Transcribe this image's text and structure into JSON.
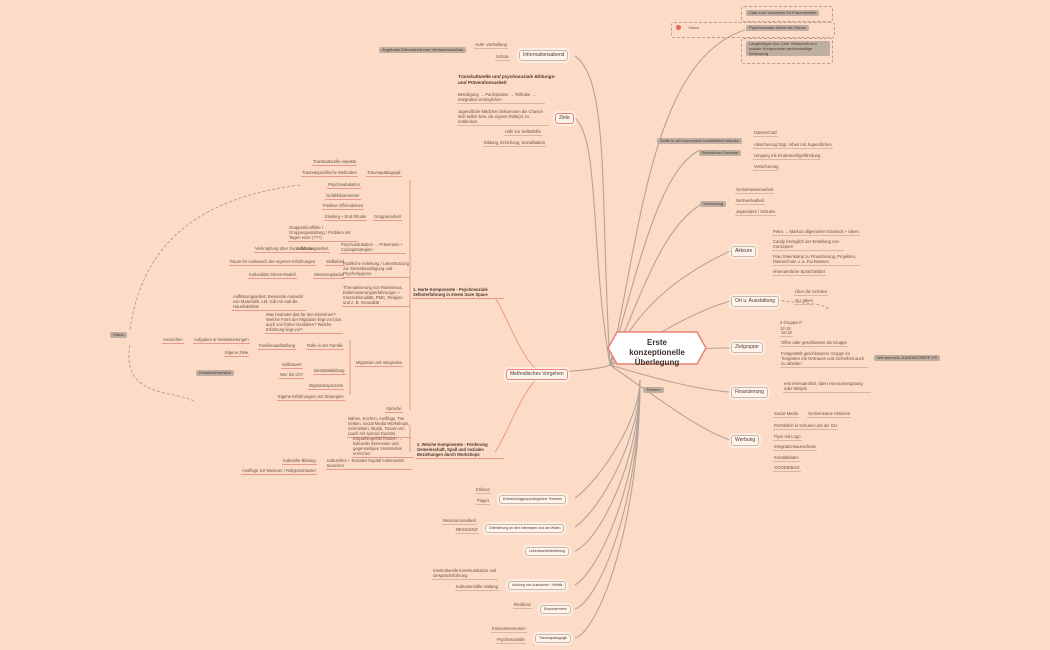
{
  "center": {
    "title": "Erste konzeptionelle Überlegung"
  },
  "topleft": {
    "eltern": "Angebote/ Elternarbeit zum Vertrauensaufbau",
    "aus": "AUB- Vorstellung",
    "schule": "Schule",
    "info": "Informationsabend"
  },
  "ziele": {
    "label": "Ziele",
    "title": "Transkulturelle und psychosoziale Bildungs- und Präventionsarbeit",
    "i1": "Beteiligung → Partizipation → Teilhabe → Integration ermöglichen",
    "i2": "Jugendliche Mädchen bekommen die Chance sich selbst bzw. die eigene Rolle(n) zu entdecken",
    "i3": "Hilfe zur Selbsthilfe",
    "i4": "Bildung, Erziehung, Sozialisation"
  },
  "topright": {
    "cafe": "Cafe zum Vernetzen für Frauentreffen",
    "vision": "Vision",
    "psych": "Psychosoziale Arbeit mit Frauen",
    "long": "Langfristiges Ziel Cafe: Wirtschaft und soziale Komponente wechselseitige Bedingung"
  },
  "rahmen": {
    "label": "Rechtlicher Rahmen",
    "sollte": "Sollte in der Konzeption konkretisiert werden",
    "r1": "Datenschutz",
    "r2": "Absicherung bzgl. Arbeit mit Jugendlichen",
    "r3": "Umgang mit Kindeswohlgefährdung",
    "r4": "Versicherung"
  },
  "vernetzung": {
    "label": "Vernetzung",
    "v1": "Gemeinwesenarbeit",
    "v2": "Netzwerkarbeit",
    "v3": "Jugendamt / Schulen"
  },
  "akteure": {
    "label": "Akteure",
    "a1": "Petra → Markus allgemeiner Eindruck + Ideen",
    "a2": "Candy bezüglich der Erstellung von Konzepten",
    "a3": "Frau Steenkamp zu Finanzierung, Projekten, Datenschutz u. a. Fachwissen",
    "a4": "ehrenamtliche Sprachmittler"
  },
  "ort": {
    "label": "Ort u. Ausstattung",
    "o1": "Über die Schulen",
    "o2": "GU Ideen"
  },
  "zielgruppe": {
    "label": "Zielgruppe",
    "z1": "2 Gruppen?",
    "z1a": "12-15",
    "z1b": "16-18",
    "z2": "Offen oder geschlossen als Gruppe",
    "z3": "Festgestellt geschlossene Gruppe im Tiergarten mit Vertrauen und Sicherheit auch zu arbeiten",
    "z4": "Wir sind kein JUGENDTREFF !!!!!"
  },
  "finanzierung": {
    "label": "Finanzierung",
    "f1": "erst ehrenamtlich, dann Honorarvergütung oder Minijob"
  },
  "werbung": {
    "label": "Werbung",
    "w1": "Social Media",
    "w1b": "Gemeinsame Aktionen",
    "w2": "Persönlich in Schulen und der GU",
    "w3": "Flyer mit Logo",
    "w4": "Integrationsausschuss",
    "w5": "Kontaktdaten",
    "w6": "GOODIEBAG"
  },
  "themen": "Themen",
  "methodisch": {
    "label": "Methodisches Vorgehen",
    "hard": "1. Harte Komponente - Psychosoziale Selbsterfahrung in einem Save Space",
    "soft": "2. Weiche Komponente - Förderung Gemeinschaft, Spaß und sozialen Beziehungen durch Workshops",
    "traum": "Traumapädagogik",
    "t1": "Transkulturelle Aspekte",
    "t2": "Traumaspezifische Methoden",
    "psycho": "Psychoedukation",
    "g1": "Gefühlsbarometer",
    "g2": "Positive Affirmationen",
    "g3": "Einstieg + End Rituale",
    "g4": "Gruppenkonflikte / Gruppengestaltung / Problem mit Tagen einer (???)",
    "gruppe": "Gruppenarbeit",
    "aufk": "Aufklärungsarbeit",
    "verk": "Verknüpfung über Social Media",
    "pp": "Psychoedukation → Prävention + Copingstrategien",
    "raum": "Raum für Austausch der eigenen Erfahrungen",
    "skill": "Skillarbeit",
    "fach": "Fachliche Anleitung / Unterstützung zur Stressbewältigung und Psychohygiene",
    "kult": "Kulturalität Stress-Modell",
    "stress": "Stressregulation",
    "thema": "Thematisierung von Rassismus, Diskriminierungserfahrungen + Intersektionalität, PMC, Religion und z. B. Sexualität",
    "aufk2": "Aufklärungsarbeit, Bewusste Auswahl von Material/k. Ltd. Gib mir mal die Haushaltsliste",
    "was": "Was bedeutet das für den Einzelnen? Welche Form der Migration liegt vor bzw. auch von früher Gestalten? Welche Erfahrung liegt vor?",
    "rolle": "Rolle in der Familie",
    "fam": "Familienaufstellung",
    "eigene": "Eigene Ziele",
    "selbst": "Selbstwert",
    "ident": "Identitätsbildung",
    "wer": "Wer bin ich?",
    "migrat": "Migration und Integration",
    "migrat2": "Migrationsprozess",
    "eigen2": "Eigene Erfahrungen und Strategien",
    "sprache": "Sprache",
    "naehen": "Nähen, Kochen, Ausflüge, Tee trinken, social Media Workshops, Schminken, Musik, Tanzen etc. (auch mit special Guests)",
    "emp": "Empathiegefühl fördern → kulturelle Interessen und gegenseitiges Verständnis erreichen",
    "kb": "Kulturelle Bildung",
    "ks": "Kulturelles + Soziales Kapital miteinander tauschen",
    "ausf": "Ausflüge zur Museum / Religionshäuser",
    "anzeichen": "Anzeichen",
    "aufgaben": "Aufgaben & Verantwortungen",
    "krise": "Krisenintervention",
    "vision2": "Vision"
  },
  "bottom": {
    "b1a": "Erikson",
    "b1b": "Piaget",
    "b1": "Entwicklungspsychologische Theorien",
    "b2a": "Ressourcenarbeit",
    "b2b": "RESILIENZ",
    "b2": "Orientierung an den Interessen und am Willen",
    "b3": "Lebensweltorientierung",
    "b4a": "Interkulturelle Kommunikation und Gesprächsführung",
    "b4b": "Kultursensible Haltung",
    "b4": "Achtung von Autonomie / Vielfalt",
    "b5a": "Resilienz",
    "b5": "Empowerment",
    "b6a": "Krisenintervention",
    "b6b": "Psychosozialle",
    "b6": "Traumapädagogik"
  }
}
